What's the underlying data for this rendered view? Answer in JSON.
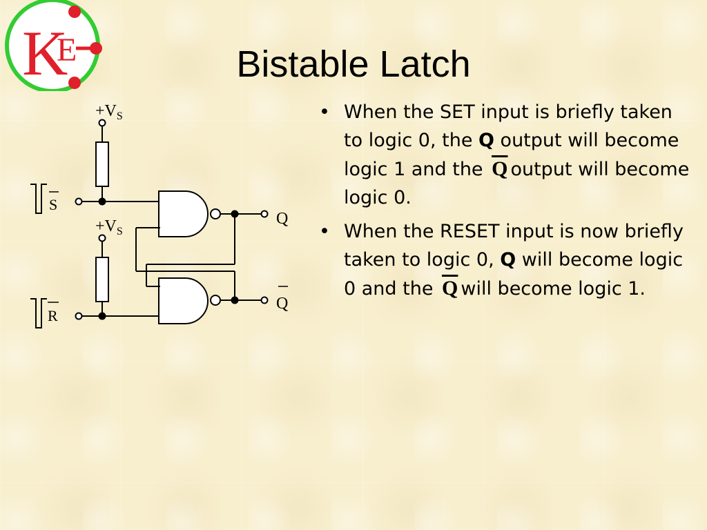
{
  "slide": {
    "title": "Bistable Latch",
    "logo": {
      "icon": "ke-logo-icon",
      "letters": "KE",
      "ring_color": "#33cc33",
      "letter_color": "#e0202a"
    },
    "circuit": {
      "vs_label_top": "+V",
      "vs_sub_top": "S",
      "vs_label_mid": "+V",
      "vs_sub_mid": "S",
      "set_label": "S",
      "reset_label": "R",
      "q_label": "Q",
      "qbar_label": "Q"
    },
    "bullets": [
      {
        "part1": "When the SET input is briefly taken to logic 0, the ",
        "q": "Q",
        "part2": " output will become logic 1 and the ",
        "qbar": "Q",
        "part3": "output will become logic 0."
      },
      {
        "part1": "When the RESET input is now briefly taken to logic 0, ",
        "q": "Q",
        "part2": " will become logic 0 and the ",
        "qbar": "Q",
        "part3": "will become logic 1."
      }
    ]
  }
}
